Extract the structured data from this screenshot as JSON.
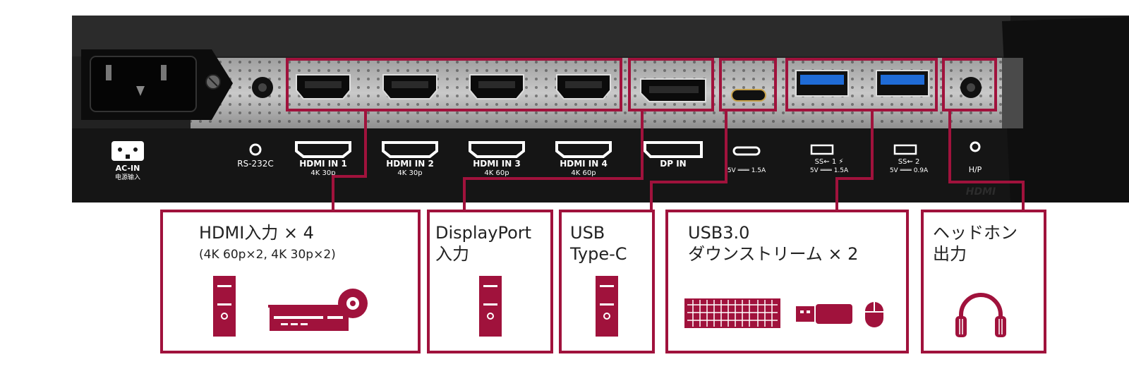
{
  "ports": {
    "ac_in": "AC-IN",
    "ac_in_cn": "电源输入",
    "rs232c": "RS-232C",
    "hdmi1": "HDMI IN 1",
    "hdmi1_res": "4K 30p",
    "hdmi2": "HDMI IN 2",
    "hdmi2_res": "4K 30p",
    "hdmi3": "HDMI IN 3",
    "hdmi3_res": "4K 60p",
    "hdmi4": "HDMI IN 4",
    "hdmi4_res": "4K 60p",
    "dp_in": "DP IN",
    "usbc_power": "5V ═══ 1.5A",
    "usb1_label": "SS⇜ 1 ⚡",
    "usb1_power": "5V ═══ 1.5A",
    "usb2_label": "SS⇜ 2",
    "usb2_power": "5V ═══ 0.9A",
    "hp": "H/P",
    "hdmi_logo": "HDMI"
  },
  "callouts": {
    "hdmi_title": "HDMI入力 × 4",
    "hdmi_sub": "(4K 60p×2, 4K 30p×2)",
    "dp_line1": "DisplayPort",
    "dp_line2": "入力",
    "usbc_line1": "USB",
    "usbc_line2": "Type-C",
    "usb3_line1": "USB3.0",
    "usb3_line2": "ダウンストリーム × 2",
    "hp_line1": "ヘッドホン",
    "hp_line2": "出力"
  },
  "colors": {
    "accent": "#a0123c",
    "panel_dark": "#1a1a1a",
    "panel_plate": "#b8b8b8",
    "usb_blue": "#1f6bd6"
  },
  "icons": [
    "pc-tower-icon",
    "dvd-player-icon",
    "keyboard-icon",
    "usb-stick-icon",
    "mouse-icon",
    "headphones-icon"
  ]
}
